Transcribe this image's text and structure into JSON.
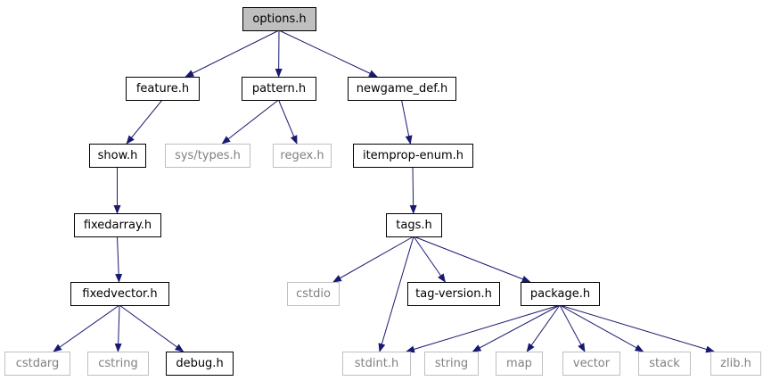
{
  "graph": {
    "colors": {
      "edge": "#191970",
      "root_fill": "#bfbfbf",
      "internal_border": "#000000",
      "external_border": "#bfbfbf",
      "external_text": "#808080"
    },
    "nodes": [
      {
        "id": "options",
        "label": "options.h",
        "kind": "root"
      },
      {
        "id": "feature",
        "label": "feature.h",
        "kind": "internal"
      },
      {
        "id": "pattern",
        "label": "pattern.h",
        "kind": "internal"
      },
      {
        "id": "newgame_def",
        "label": "newgame_def.h",
        "kind": "internal"
      },
      {
        "id": "show",
        "label": "show.h",
        "kind": "internal"
      },
      {
        "id": "sys_types",
        "label": "sys/types.h",
        "kind": "external"
      },
      {
        "id": "regex",
        "label": "regex.h",
        "kind": "external"
      },
      {
        "id": "itemprop_enum",
        "label": "itemprop-enum.h",
        "kind": "internal"
      },
      {
        "id": "fixedarray",
        "label": "fixedarray.h",
        "kind": "internal"
      },
      {
        "id": "tags",
        "label": "tags.h",
        "kind": "internal"
      },
      {
        "id": "fixedvector",
        "label": "fixedvector.h",
        "kind": "internal"
      },
      {
        "id": "cstdio",
        "label": "cstdio",
        "kind": "external"
      },
      {
        "id": "tag_version",
        "label": "tag-version.h",
        "kind": "internal"
      },
      {
        "id": "package",
        "label": "package.h",
        "kind": "internal"
      },
      {
        "id": "cstdarg",
        "label": "cstdarg",
        "kind": "external"
      },
      {
        "id": "cstring",
        "label": "cstring",
        "kind": "external"
      },
      {
        "id": "debug",
        "label": "debug.h",
        "kind": "internal"
      },
      {
        "id": "stdint",
        "label": "stdint.h",
        "kind": "external"
      },
      {
        "id": "string",
        "label": "string",
        "kind": "external"
      },
      {
        "id": "map",
        "label": "map",
        "kind": "external"
      },
      {
        "id": "vector",
        "label": "vector",
        "kind": "external"
      },
      {
        "id": "stack",
        "label": "stack",
        "kind": "external"
      },
      {
        "id": "zlib",
        "label": "zlib.h",
        "kind": "external"
      }
    ],
    "edges": [
      [
        "options",
        "feature"
      ],
      [
        "options",
        "pattern"
      ],
      [
        "options",
        "newgame_def"
      ],
      [
        "feature",
        "show"
      ],
      [
        "show",
        "fixedarray"
      ],
      [
        "fixedarray",
        "fixedvector"
      ],
      [
        "fixedvector",
        "cstdarg"
      ],
      [
        "fixedvector",
        "cstring"
      ],
      [
        "fixedvector",
        "debug"
      ],
      [
        "pattern",
        "sys_types"
      ],
      [
        "pattern",
        "regex"
      ],
      [
        "newgame_def",
        "itemprop_enum"
      ],
      [
        "itemprop_enum",
        "tags"
      ],
      [
        "tags",
        "cstdio"
      ],
      [
        "tags",
        "stdint"
      ],
      [
        "tags",
        "tag_version"
      ],
      [
        "tags",
        "package"
      ],
      [
        "package",
        "stdint"
      ],
      [
        "package",
        "string"
      ],
      [
        "package",
        "map"
      ],
      [
        "package",
        "vector"
      ],
      [
        "package",
        "stack"
      ],
      [
        "package",
        "zlib"
      ]
    ]
  }
}
